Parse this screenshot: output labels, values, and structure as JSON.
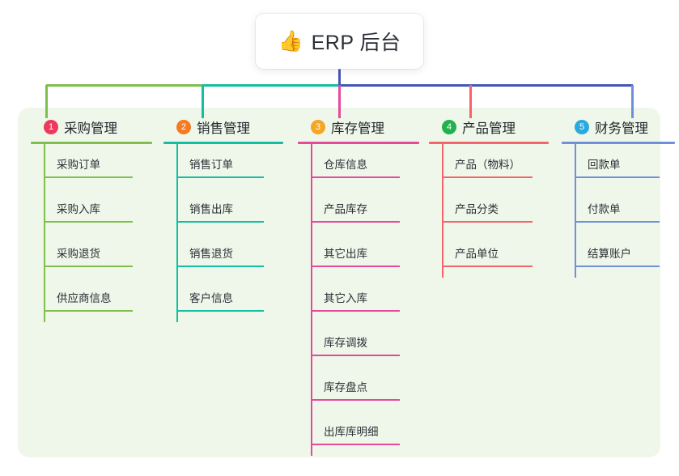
{
  "root": {
    "icon": "thumbs-up-icon",
    "emoji": "👍",
    "title": "ERP 后台"
  },
  "theme": {
    "panel_bg": "#eff7ea",
    "page_bg": "#ffffff",
    "text": "#2b2f36",
    "trunk_green": "#7fbf4d",
    "trunk_teal": "#12bfa2",
    "trunk_blue": "#4456b8"
  },
  "branches": [
    {
      "index": "1",
      "title": "采购管理",
      "badge_color": "#ed3a5c",
      "line_color": "#7fbf4d",
      "items": [
        "采购订单",
        "采购入库",
        "采购退货",
        "供应商信息"
      ]
    },
    {
      "index": "2",
      "title": "销售管理",
      "badge_color": "#f47b20",
      "line_color": "#12bfa2",
      "items": [
        "销售订单",
        "销售出库",
        "销售退货",
        "客户信息"
      ]
    },
    {
      "index": "3",
      "title": "库存管理",
      "badge_color": "#f5a623",
      "line_color": "#e8489a",
      "items": [
        "仓库信息",
        "产品库存",
        "其它出库",
        "其它入库",
        "库存调拨",
        "库存盘点",
        "出库库明细"
      ]
    },
    {
      "index": "4",
      "title": "产品管理",
      "badge_color": "#22b14c",
      "line_color": "#f4646a",
      "items": [
        "产品（物料）",
        "产品分类",
        "产品单位"
      ]
    },
    {
      "index": "5",
      "title": "财务管理",
      "badge_color": "#2aa9e0",
      "line_color": "#6f8fdb",
      "items": [
        "回款单",
        "付款单",
        "结算账户"
      ]
    }
  ]
}
